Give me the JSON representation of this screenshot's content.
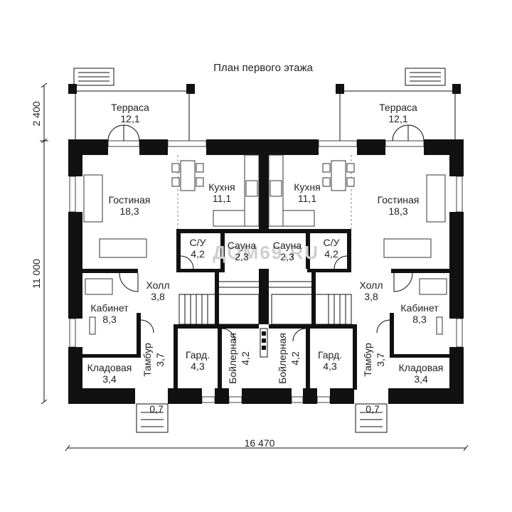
{
  "title": "План первого этажа",
  "dimensions": {
    "width": "16 470",
    "height_total": "11 000",
    "height_terrace": "2 400"
  },
  "watermark": "ДОМ69.RU",
  "left": {
    "terrace": {
      "name": "Терраса",
      "area": "12,1"
    },
    "living": {
      "name": "Гостиная",
      "area": "18,3"
    },
    "kitchen": {
      "name": "Кухня",
      "area": "11,1"
    },
    "wc": {
      "name": "С/У",
      "area": "4,2"
    },
    "sauna": {
      "name": "Сауна",
      "area": "2,3"
    },
    "hall": {
      "name": "Холл",
      "area": "3,8"
    },
    "office": {
      "name": "Кабинет",
      "area": "8,3"
    },
    "vestibule": {
      "name": "Тамбур",
      "area": "3,7"
    },
    "wardrobe": {
      "name": "Гард.",
      "area": "4,3"
    },
    "boiler": {
      "name": "Бойлерная",
      "area": "4,2"
    },
    "storage": {
      "name": "Кладовая",
      "area": "3,4"
    },
    "porch": {
      "area": "0,7"
    }
  },
  "right": {
    "terrace": {
      "name": "Терраса",
      "area": "12,1"
    },
    "living": {
      "name": "Гостиная",
      "area": "18,3"
    },
    "kitchen": {
      "name": "Кухня",
      "area": "11,1"
    },
    "wc": {
      "name": "С/У",
      "area": "4,2"
    },
    "sauna": {
      "name": "Сауна",
      "area": "2,3"
    },
    "hall": {
      "name": "Холл",
      "area": "3,8"
    },
    "office": {
      "name": "Кабинет",
      "area": "8,3"
    },
    "vestibule": {
      "name": "Тамбур",
      "area": "3,7"
    },
    "wardrobe": {
      "name": "Гард.",
      "area": "4,3"
    },
    "boiler": {
      "name": "Бойлерная",
      "area": "4,2"
    },
    "storage": {
      "name": "Кладовая",
      "area": "3,4"
    },
    "porch": {
      "area": "0,7"
    }
  }
}
